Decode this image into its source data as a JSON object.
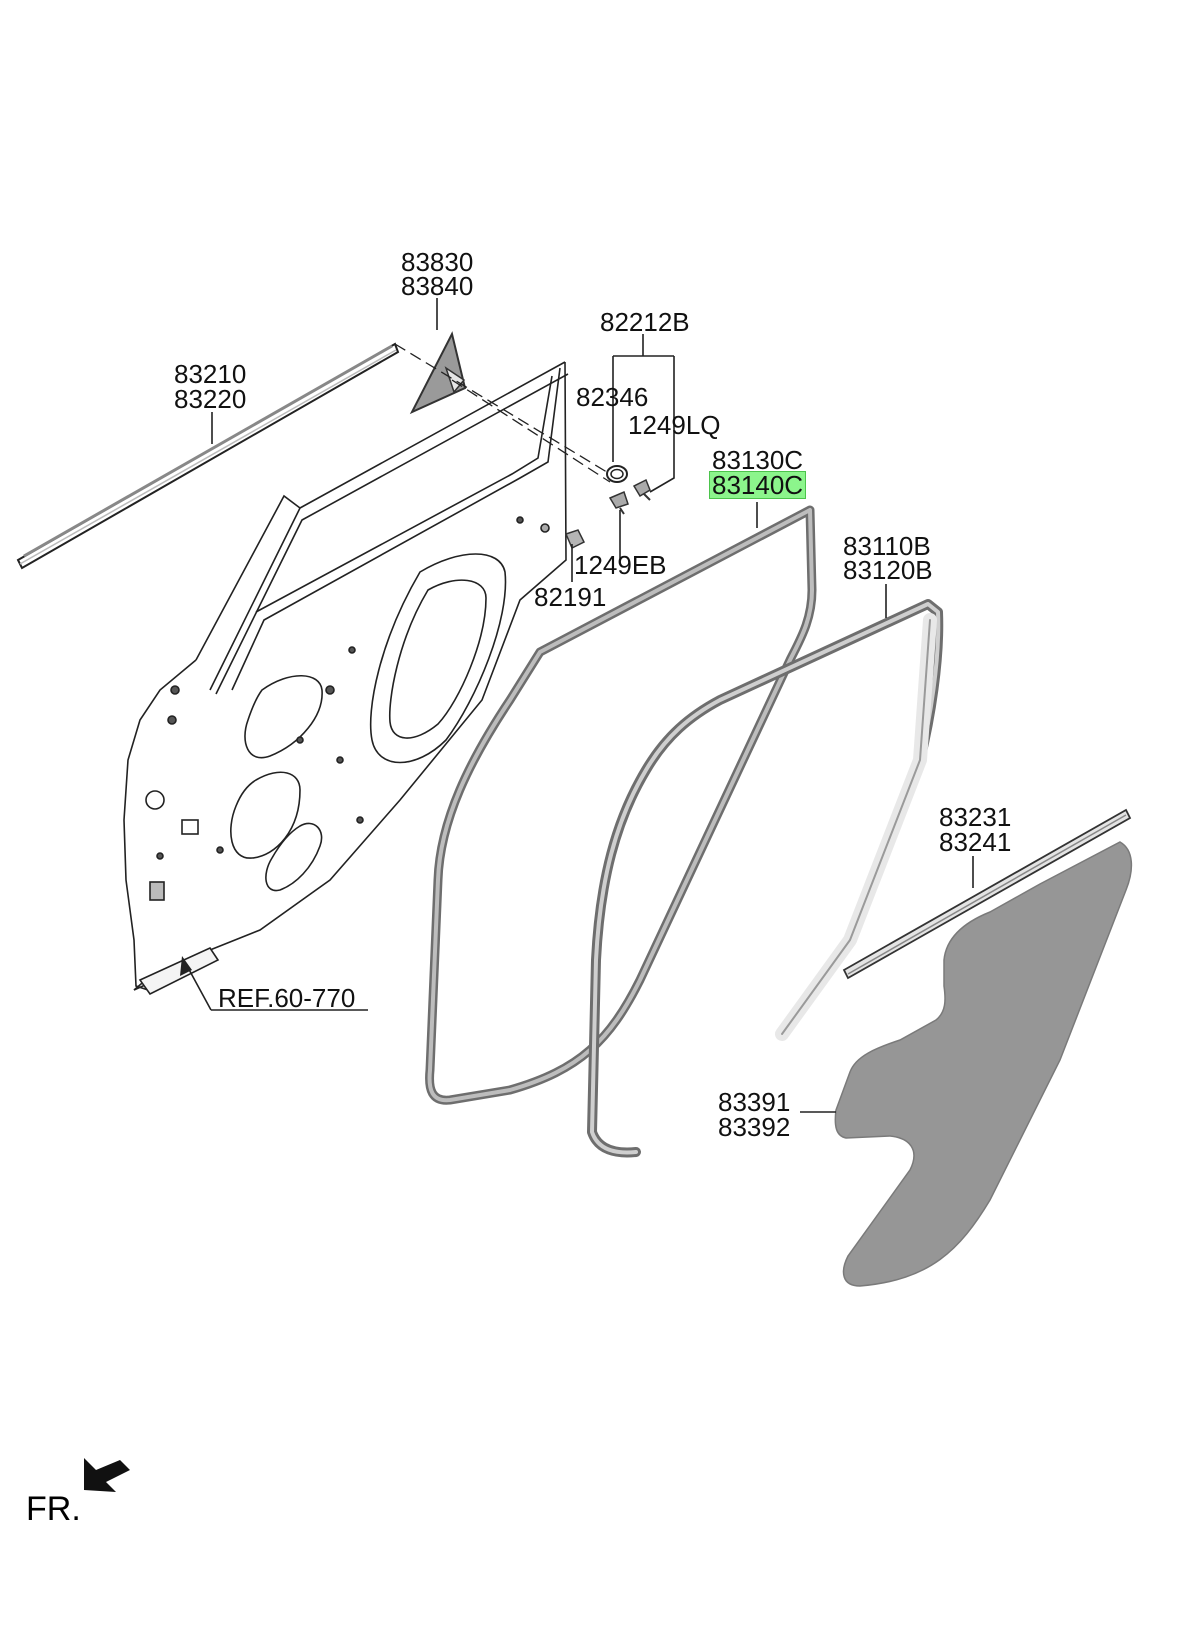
{
  "diagram": {
    "parts": {
      "belt_outer": [
        "83210",
        "83220"
      ],
      "delta_cover": [
        "83830",
        "83840"
      ],
      "grommet_group": "82212B",
      "grommet": "82346",
      "clip_lq": "1249LQ",
      "clip_eb": "1249EB",
      "bumper": "82191",
      "door_side_weatherstrip": [
        "83130C",
        "83140C"
      ],
      "body_side_weatherstrip": [
        "83110B",
        "83120B"
      ],
      "belt_inner": [
        "83231",
        "83241"
      ],
      "sealing_cover": [
        "83391",
        "83392"
      ],
      "reference": "REF.60-770"
    },
    "highlighted_part": "83140C",
    "direction_label": "FR.",
    "colors": {
      "line": "#222222",
      "part_gray": "#8e8e8e",
      "weatherstrip_dark": "#6e6e6e",
      "weatherstrip_light": "#c8c8c8",
      "highlight": "#8cf58c"
    }
  }
}
